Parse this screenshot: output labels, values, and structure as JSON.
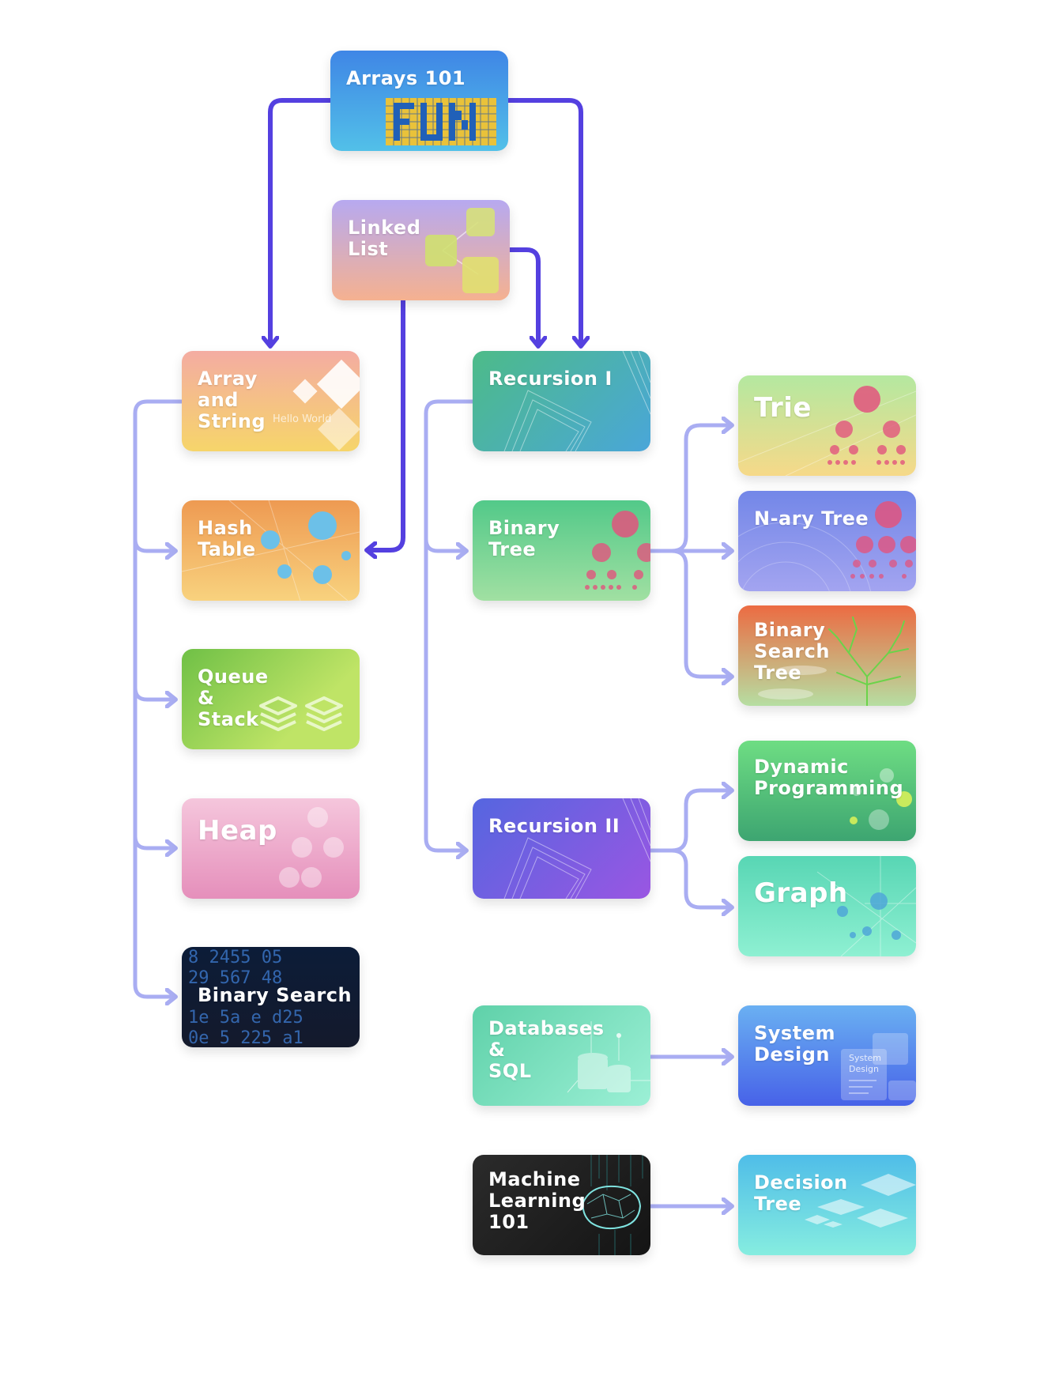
{
  "nodes": [
    {
      "id": "arrays-101",
      "label": "Arrays 101"
    },
    {
      "id": "linked-list",
      "label": "Linked\nList"
    },
    {
      "id": "array-and-string",
      "label": "Array\nand\nString"
    },
    {
      "id": "hash-table",
      "label": "Hash\nTable"
    },
    {
      "id": "queue-stack",
      "label": "Queue\n  &\n Stack"
    },
    {
      "id": "heap",
      "label": "Heap"
    },
    {
      "id": "binary-search",
      "label": "Binary Search"
    },
    {
      "id": "recursion-1",
      "label": "Recursion I"
    },
    {
      "id": "binary-tree",
      "label": "Binary\nTree"
    },
    {
      "id": "recursion-2",
      "label": "Recursion II"
    },
    {
      "id": "databases-sql",
      "label": "Databases\n   &\n  SQL"
    },
    {
      "id": "machine-learning",
      "label": "Machine\nLearning\n101"
    },
    {
      "id": "trie",
      "label": "Trie"
    },
    {
      "id": "nary-tree",
      "label": "N-ary Tree"
    },
    {
      "id": "bst",
      "label": "Binary\nSearch\nTree"
    },
    {
      "id": "dynamic-programming",
      "label": "Dynamic\nProgramming"
    },
    {
      "id": "graph",
      "label": "Graph"
    },
    {
      "id": "system-design",
      "label": "System\nDesign"
    },
    {
      "id": "decision-tree",
      "label": "Decision\nTree"
    }
  ],
  "decor_text": {
    "fun": "FUN",
    "hello_world": "Hello World",
    "system_design_small": "System\nDesign",
    "binary_digits": "8 2455 05\n29 567 48\n1e 5a e d25\n0e 5 225 a1"
  },
  "colors": {
    "strong_link": "#5440e0",
    "light_link": "#a9adf2"
  }
}
